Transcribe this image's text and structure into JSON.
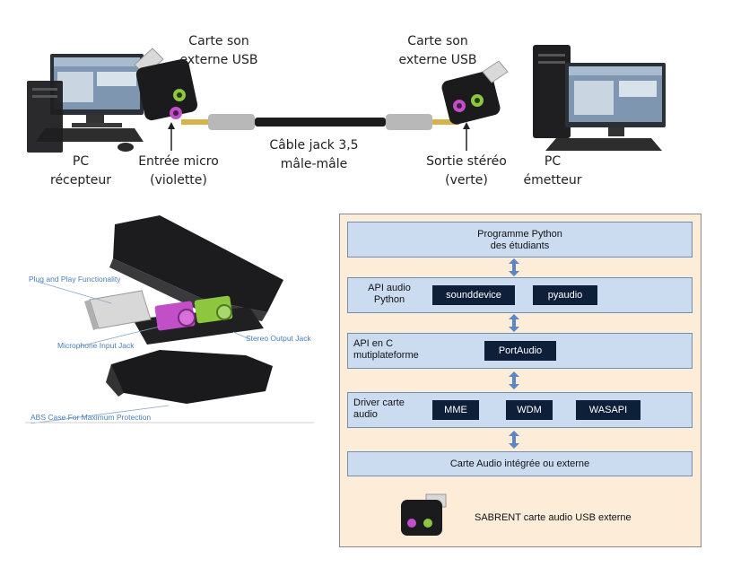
{
  "top": {
    "left_card_label": "Carte son\nexterne USB",
    "right_card_label": "Carte son\nexterne USB",
    "pc_receiver_label": "PC\nrécepteur",
    "mic_input_label": "Entrée micro\n(violette)",
    "cable_label": "Câble jack 3,5\nmâle-mâle",
    "stereo_out_label": "Sortie stéréo\n(verte)",
    "pc_sender_label": "PC\németteur"
  },
  "exploded": {
    "plug_play": "Plug and Play Functionality",
    "mic_jack": "Microphone Input Jack",
    "stereo_jack": "Stereo Output Jack",
    "abs_case": "ABS Case For Maximum Protection"
  },
  "stack": {
    "layers": [
      {
        "title": "Programme Python\ndes étudiants",
        "chips": []
      },
      {
        "title": "API audio\nPython",
        "chips": [
          "sounddevice",
          "pyaudio"
        ]
      },
      {
        "title": "API en C\nmutiplateforme",
        "chips": [
          "PortAudio"
        ]
      },
      {
        "title": "Driver carte\naudio",
        "chips": [
          "MME",
          "WDM",
          "WASAPI"
        ]
      },
      {
        "title": "Carte Audio intégrée ou externe",
        "chips": []
      }
    ],
    "footer": "SABRENT carte audio USB externe"
  },
  "colors": {
    "purple": "#c04fc8",
    "green": "#8dc63f",
    "layer_fill": "#ccdcf0",
    "panel_fill": "#fcecd8",
    "chip_fill": "#0e1f3a",
    "arrow_fill": "#5b86c2"
  }
}
